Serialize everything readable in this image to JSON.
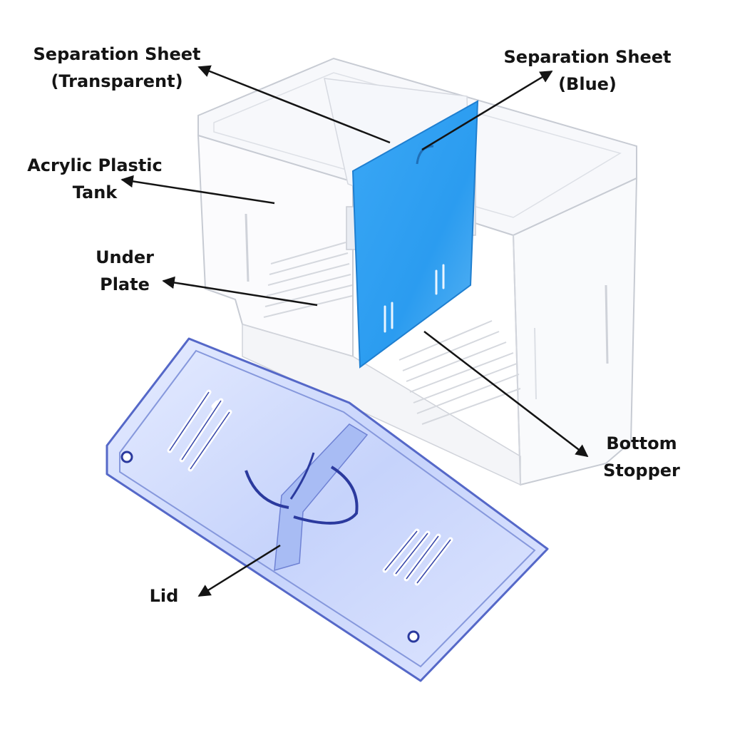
{
  "labels": {
    "sep_transparent": {
      "line1": "Separation Sheet",
      "line2": "(Transparent)"
    },
    "sep_blue": {
      "line1": "Separation Sheet",
      "line2": "(Blue)"
    },
    "tank": {
      "line1": "Acrylic Plastic",
      "line2": "Tank"
    },
    "under_plate": {
      "line1": "Under",
      "line2": "Plate"
    },
    "bottom_stopper": {
      "line1": "Bottom",
      "line2": "Stopper"
    },
    "lid": {
      "line1": "Lid"
    }
  },
  "colors": {
    "label_text": "#141414",
    "arrow": "#141414",
    "tank_edge": "#c7cbd3",
    "separator_blue": "#2b9cf0",
    "lid_blue": "#9eb4f2",
    "lid_edge": "#5568c8"
  }
}
